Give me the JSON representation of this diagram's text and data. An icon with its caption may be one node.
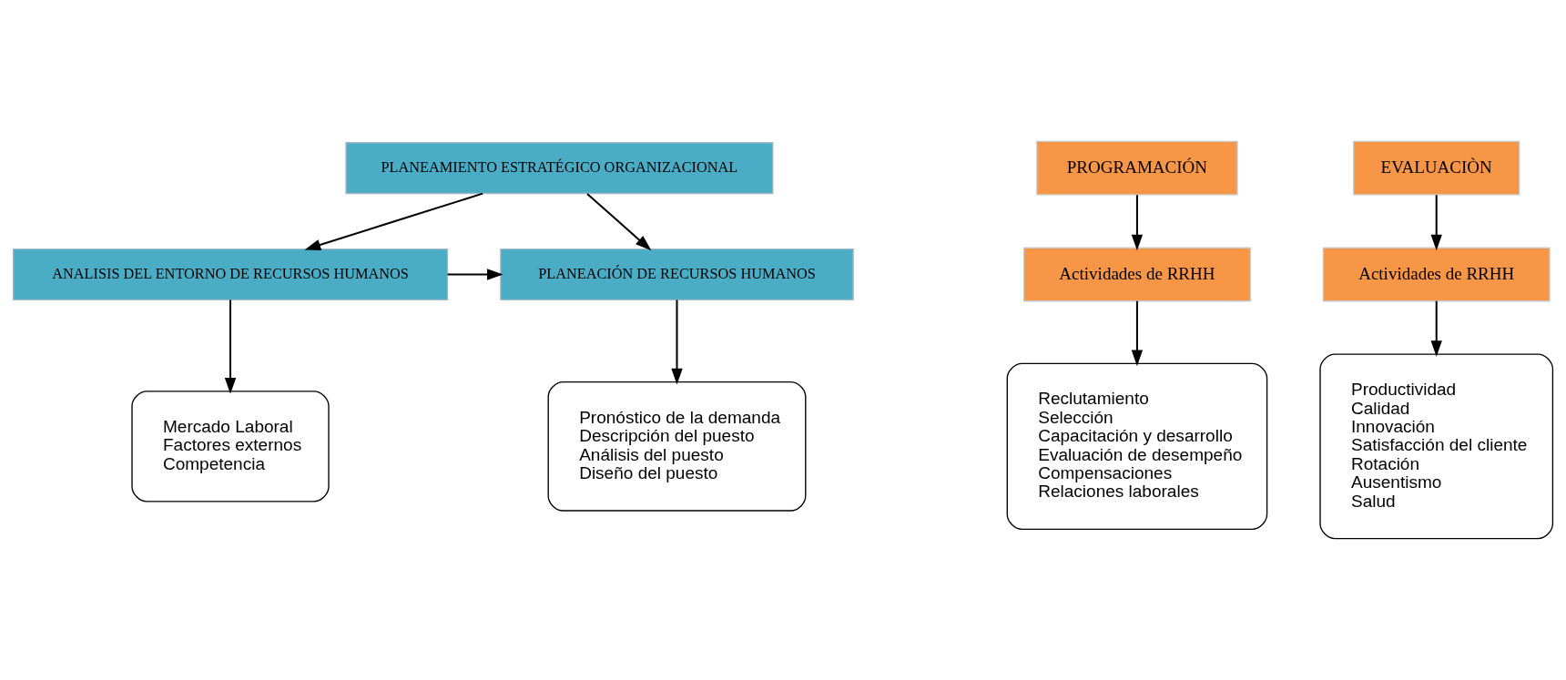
{
  "diagram": {
    "nodes": [
      {
        "text": [
          "PLANEAMIENTO ESTRATÉGICO ORGANIZACIONAL"
        ]
      },
      {
        "text": [
          "ANALISIS DEL ENTORNO DE RECURSOS HUMANOS"
        ]
      },
      {
        "text": [
          "PLANEACIÓN DE RECURSOS HUMANOS"
        ]
      },
      {
        "text": [
          "Mercado Laboral",
          "Factores externos",
          "Competencia"
        ]
      },
      {
        "text": [
          "Pronóstico de la demanda",
          "Descripción del puesto",
          "Análisis del puesto",
          "Diseño del puesto"
        ]
      },
      {
        "text": [
          "PROGRAMACIÓN"
        ]
      },
      {
        "text": [
          "Actividades de RRHH"
        ]
      },
      {
        "text": [
          "Reclutamiento",
          "Selección",
          "Capacitación y desarrollo",
          "Evaluación de desempeño",
          "Compensaciones",
          "Relaciones laborales"
        ]
      },
      {
        "text": [
          "EVALUACIÒN"
        ]
      },
      {
        "text": [
          "Actividades de RRHH"
        ]
      },
      {
        "text": [
          "Productividad",
          "Calidad",
          "Innovación",
          "Satisfacción del cliente",
          "Rotación",
          "Ausentismo",
          "Salud"
        ]
      }
    ],
    "edges": [
      {
        "from": 0,
        "to": 1,
        "arrow": "to"
      },
      {
        "from": 0,
        "to": 2,
        "arrow": "to"
      },
      {
        "from": 1,
        "to": 2,
        "arrow": "to"
      },
      {
        "from": 1,
        "to": 3,
        "arrow": "to"
      },
      {
        "from": 2,
        "to": 4,
        "arrow": "to"
      },
      {
        "from": 5,
        "to": 6,
        "arrow": "to"
      },
      {
        "from": 6,
        "to": 7,
        "arrow": "to"
      },
      {
        "from": 8,
        "to": 9,
        "arrow": "to"
      },
      {
        "from": 9,
        "to": 10,
        "arrow": "to"
      }
    ]
  }
}
